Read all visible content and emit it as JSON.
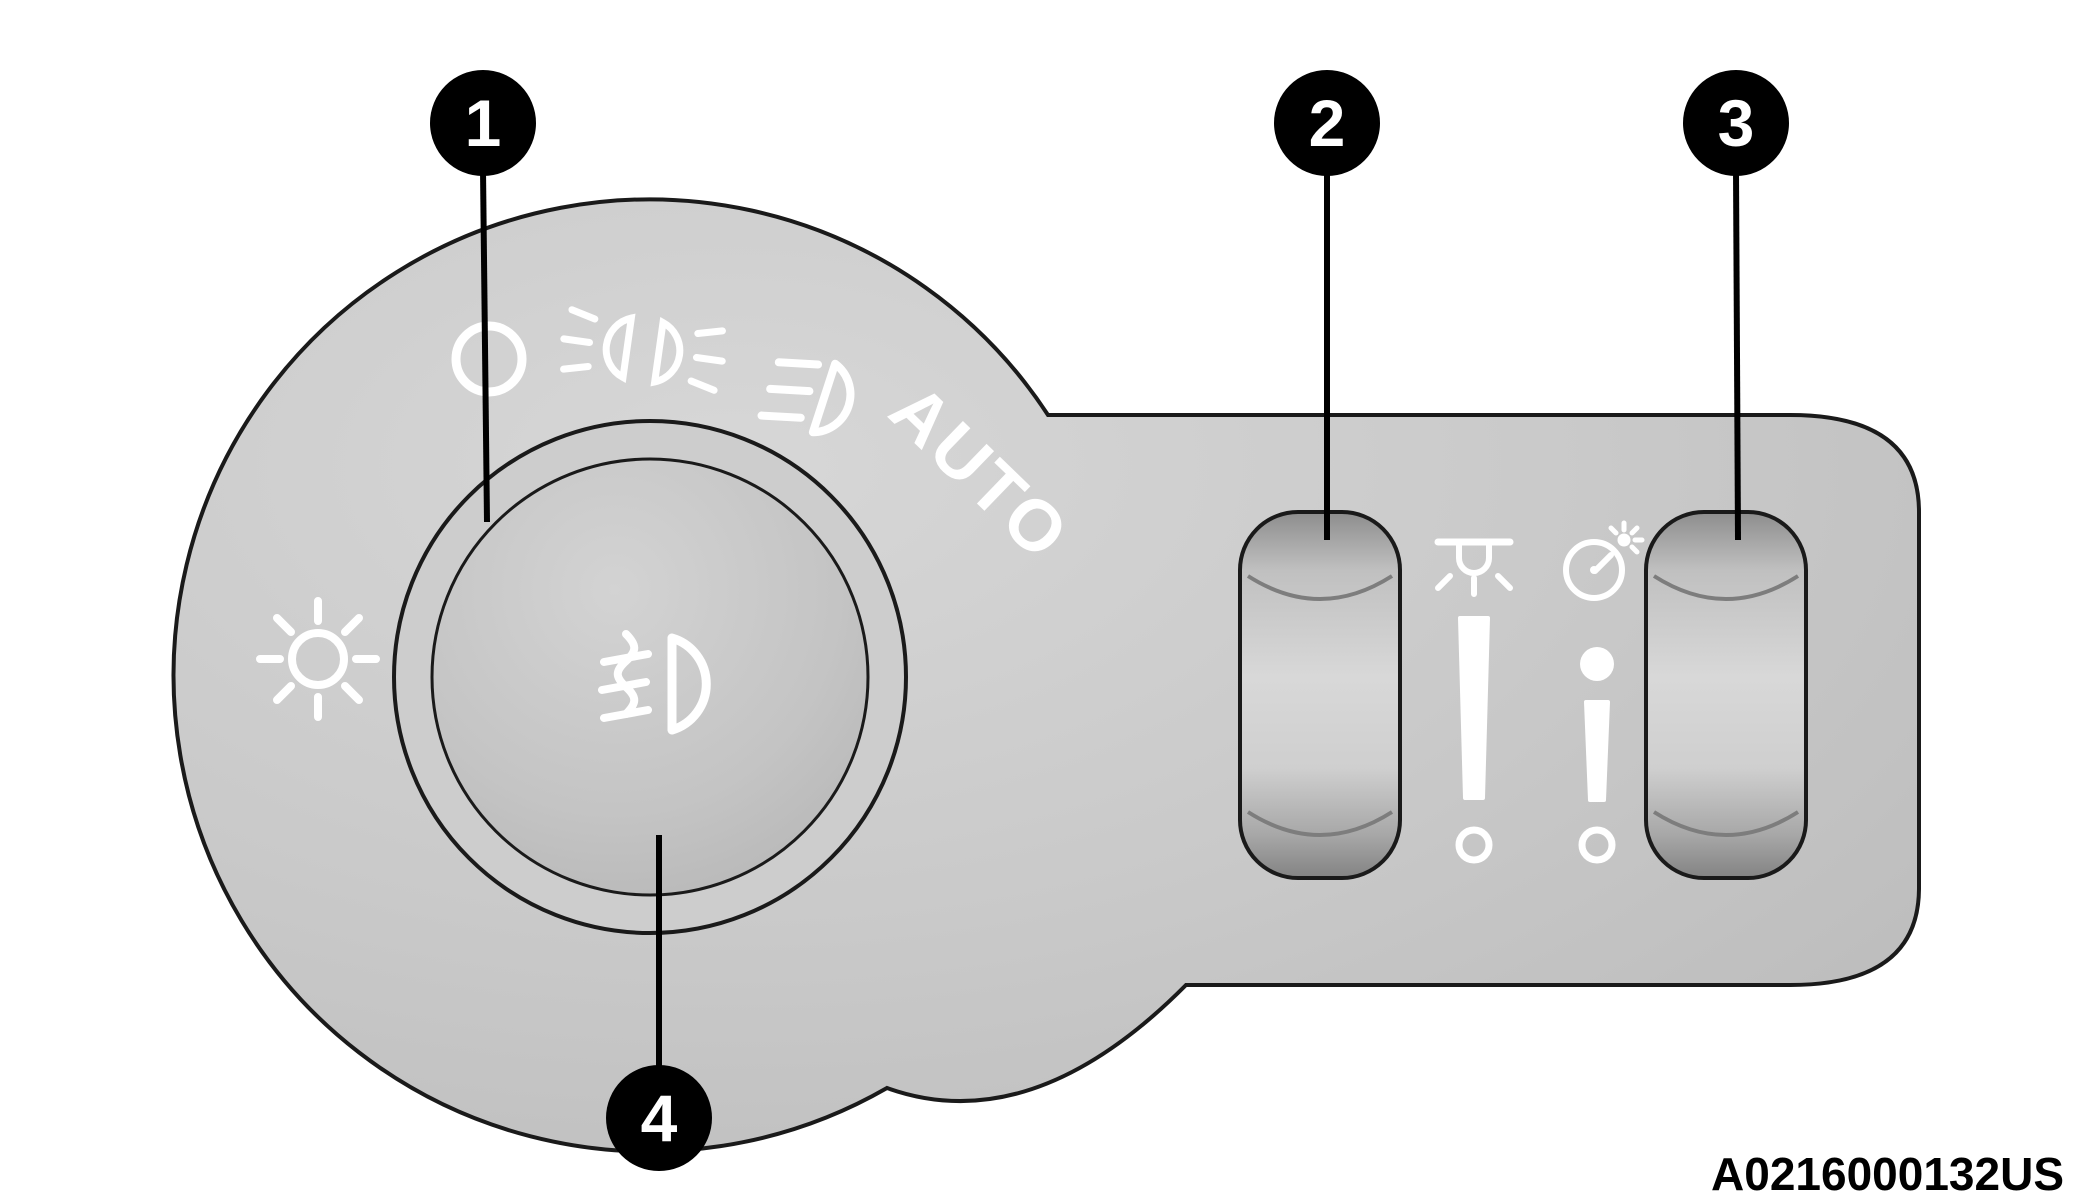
{
  "figure": {
    "code": "A0216000132US"
  },
  "colors": {
    "background": "#ffffff",
    "housing": "#c9c9c9",
    "outline": "#1a1a1a",
    "symbols": "#ffffff",
    "callout_bg": "#000000",
    "callout_text": "#ffffff"
  },
  "knob": {
    "auto_label": "AUTO",
    "position_icons": [
      "lights-off-icon",
      "parking-lights-icon",
      "low-beam-headlights-icon",
      "auto-headlights-label",
      "exterior-lights-icon",
      "front-fog-light-icon"
    ]
  },
  "thumbwheel_icons": [
    "interior-courtesy-lamp-icon",
    "brightness-bar-icon",
    "instrument-panel-dimmer-gauge-icon",
    "dimmer-dots-icon"
  ],
  "callouts": [
    {
      "number": "1",
      "label": "headlight-switch-knob"
    },
    {
      "number": "2",
      "label": "interior-lights-thumbwheel"
    },
    {
      "number": "3",
      "label": "instrument-panel-dimmer-thumbwheel"
    },
    {
      "number": "4",
      "label": "front-fog-light-button"
    }
  ]
}
